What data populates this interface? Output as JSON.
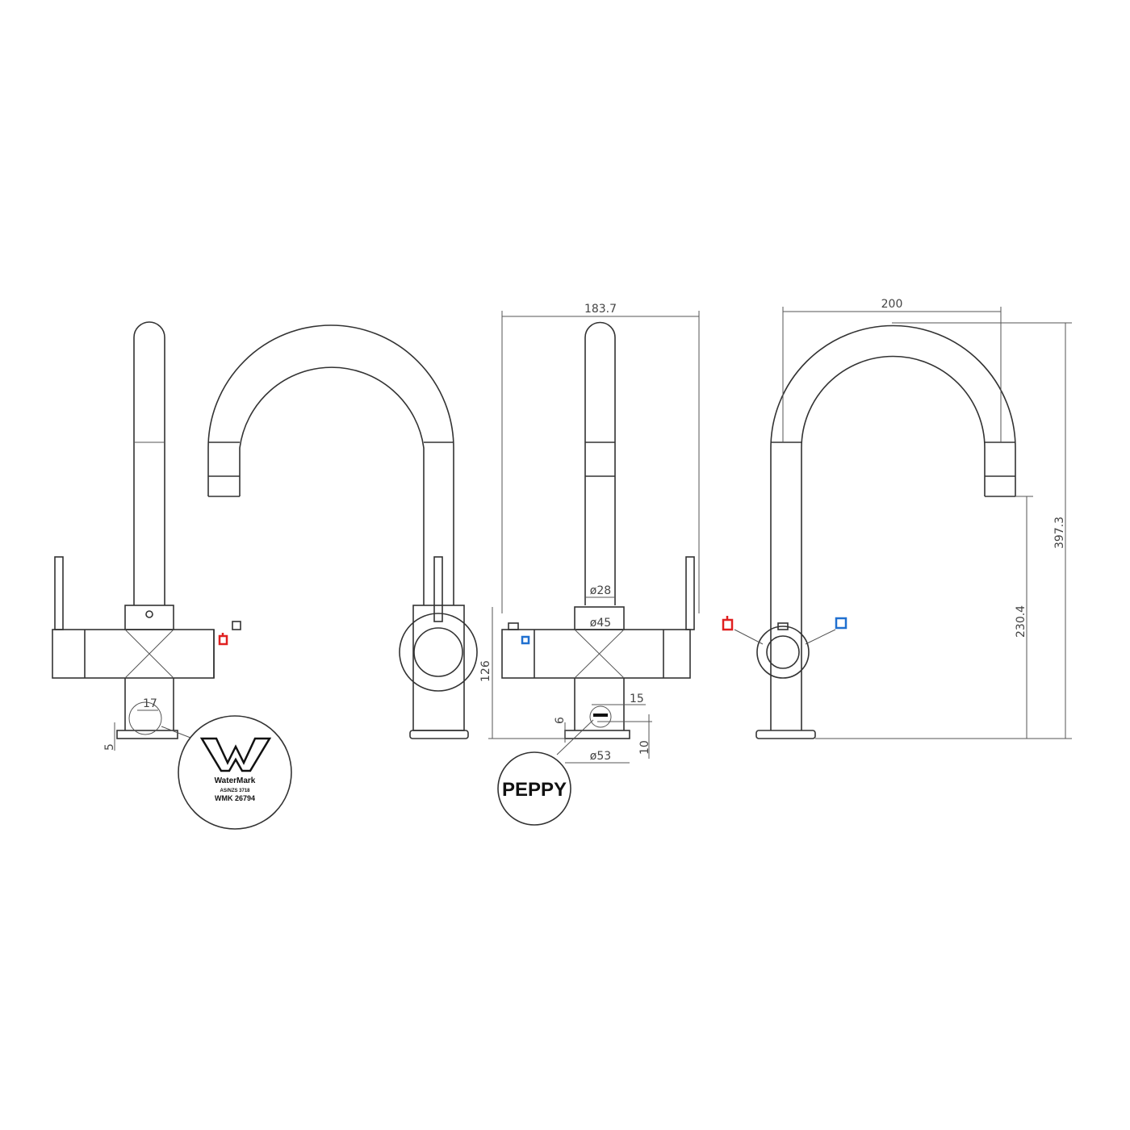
{
  "dimensions": {
    "spout_reach_front": "183.7",
    "spout_reach_side": "200",
    "total_height": "397.3",
    "spout_height": "230.4",
    "body_height": "126",
    "spout_diameter": "ø28",
    "body_diameter": "ø45",
    "base_diameter": "ø53",
    "logo_width": "15",
    "logo_height": "6",
    "base_thickness": "10",
    "watermark_width": "17",
    "watermark_offset": "5"
  },
  "watermark_logo": {
    "title": "WaterMark",
    "standard": "AS/NZS 3718",
    "licence": "WMK 26794"
  },
  "brand_logo": "PEPPY",
  "colors": {
    "hot": "#e02020",
    "cold": "#2070d0",
    "line": "#333333"
  },
  "icons": {
    "hot": "hot-cup-icon",
    "cold": "cold-cup-icon"
  }
}
